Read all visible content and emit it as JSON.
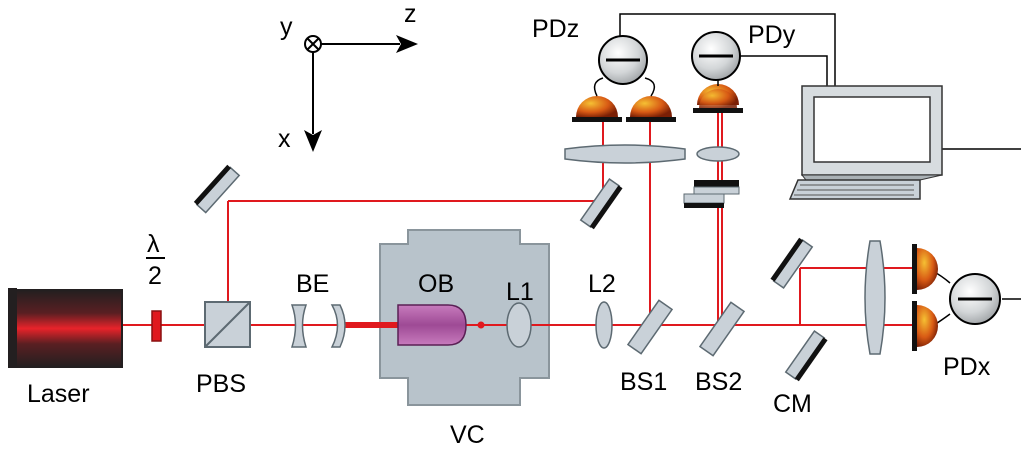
{
  "colors": {
    "beam": "#e0191e",
    "chamber_fill": "#b8c3cb",
    "chamber_stroke": "#8a959c",
    "optic_fill": "#c9d1d8",
    "optic_stroke": "#5d6a72",
    "objective": "#b05aa6",
    "wire": "#000000",
    "laser_body": "#231f20",
    "detector": "#d65a14"
  },
  "axes": {
    "y": "y",
    "z": "z",
    "x": "x"
  },
  "labels": {
    "laser": "Laser",
    "halfwave_num": "λ",
    "halfwave_den": "2",
    "pbs": "PBS",
    "be": "BE",
    "ob": "OB",
    "l1": "L1",
    "l2": "L2",
    "vc": "VC",
    "bs1": "BS1",
    "bs2": "BS2",
    "cm": "CM",
    "pdx": "PDx",
    "pdy": "PDy",
    "pdz": "PDz"
  },
  "icons": {
    "laser": "laser-source-icon",
    "computer": "computer-icon",
    "detector": "photodiode-icon",
    "amplifier": "differential-amplifier-icon",
    "axis_into_page": "cross-circle-icon"
  }
}
